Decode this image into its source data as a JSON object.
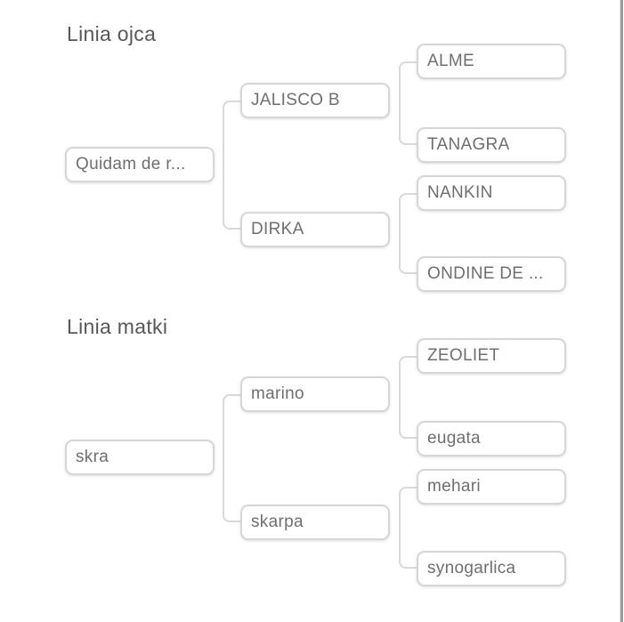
{
  "colors": {
    "background": "#ffffff",
    "box_border": "#d6d6d6",
    "box_text": "#6f6f6f",
    "heading_text": "#58585a",
    "connector": "#d9d9d9",
    "scrollbar_thumb": "#9b9b9b"
  },
  "sections": [
    {
      "title": "Linia ojca",
      "root": {
        "label": "Quidam de r..."
      },
      "children": [
        {
          "label": "JALISCO B",
          "children": [
            {
              "label": "ALME"
            },
            {
              "label": "TANAGRA"
            }
          ]
        },
        {
          "label": "DIRKA",
          "children": [
            {
              "label": "NANKIN"
            },
            {
              "label": "ONDINE DE ..."
            }
          ]
        }
      ]
    },
    {
      "title": "Linia matki",
      "root": {
        "label": "skra"
      },
      "children": [
        {
          "label": "marino",
          "children": [
            {
              "label": "ZEOLIET"
            },
            {
              "label": "eugata"
            }
          ]
        },
        {
          "label": "skarpa",
          "children": [
            {
              "label": "mehari"
            },
            {
              "label": "synogarlica"
            }
          ]
        }
      ]
    }
  ]
}
